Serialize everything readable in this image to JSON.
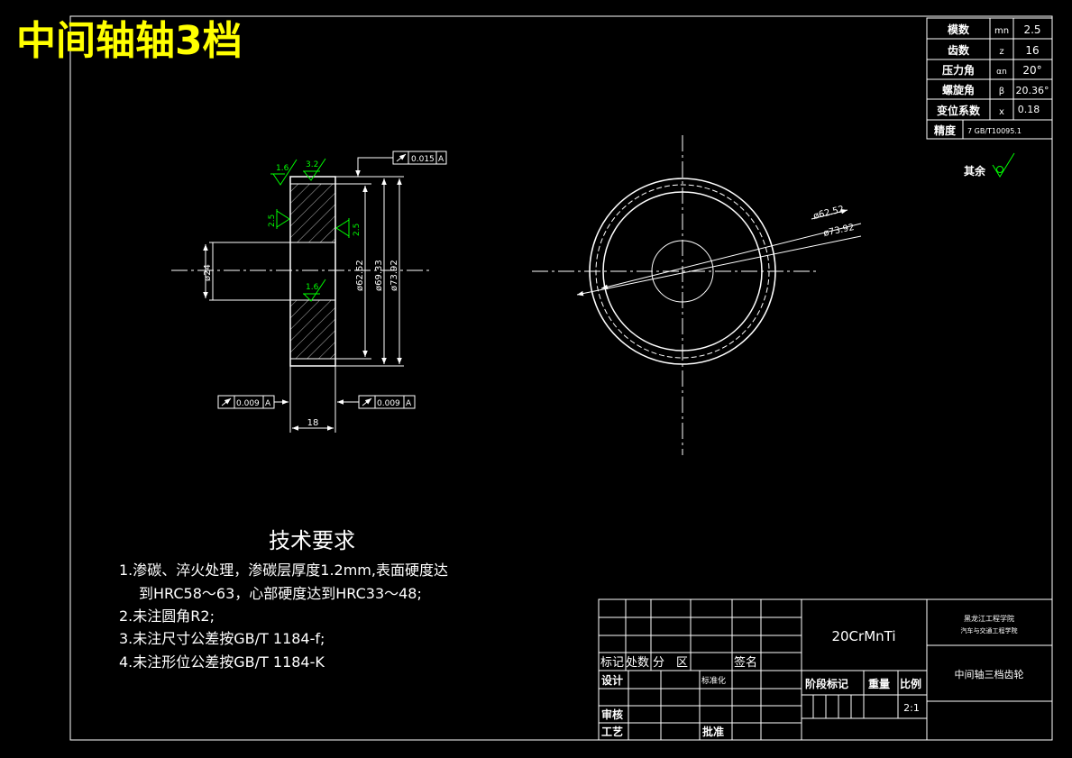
{
  "title": "中间轴轴3档",
  "params": [
    {
      "label": "模数",
      "symbol": "mn",
      "value": "2.5"
    },
    {
      "label": "齿数",
      "symbol": "z",
      "value": "16"
    },
    {
      "label": "压力角",
      "symbol": "αn",
      "value": "20°"
    },
    {
      "label": "螺旋角",
      "symbol": "β",
      "value": "20.36°"
    },
    {
      "label": "变位系数",
      "symbol": "x",
      "value": "0.18"
    }
  ],
  "precision": {
    "label": "精度",
    "value": "7 GB/T10095.1"
  },
  "rest_roughness": {
    "label": "其余"
  },
  "section": {
    "tolerances": {
      "top": "0.015",
      "bottom_left": "0.009",
      "bottom_right": "0.009",
      "datum": "A"
    },
    "roughness": {
      "face_left": "1.6",
      "face_top": "3.2",
      "side_left": "2.5",
      "side_right": "2.5",
      "bore": "1.6"
    },
    "dims": {
      "bore": "ø24",
      "width": "18",
      "d1": "ø62.52",
      "d2": "ø69.33",
      "d3": "ø73.92"
    }
  },
  "front": {
    "dim_inner": "ø62.52",
    "dim_outer": "ø73.92"
  },
  "requirements": {
    "heading": "技术要求",
    "lines": [
      "1.渗碳、淬火处理，渗碳层厚度1.2mm,表面硬度达",
      "到HRC58～63，心部硬度达到HRC33～48;",
      "2.未注圆角R2;",
      "3.未注尺寸公差按GB/T 1184-f;",
      "4.未注形位公差按GB/T 1184-K"
    ]
  },
  "title_block": {
    "material": "20CrMnTi",
    "school_1": "黑龙江工程学院",
    "school_2": "汽车与交通工程学院",
    "part_name": "中间轴三档齿轮",
    "header_row": [
      "标记",
      "处数",
      "分",
      "区",
      "签名"
    ],
    "design": "设计",
    "standardize": "标准化",
    "stage_mark": "阶段标记",
    "weight": "重量",
    "scale_label": "比例",
    "scale": "2:1",
    "review": "审核",
    "process": "工艺",
    "approve": "批准"
  }
}
